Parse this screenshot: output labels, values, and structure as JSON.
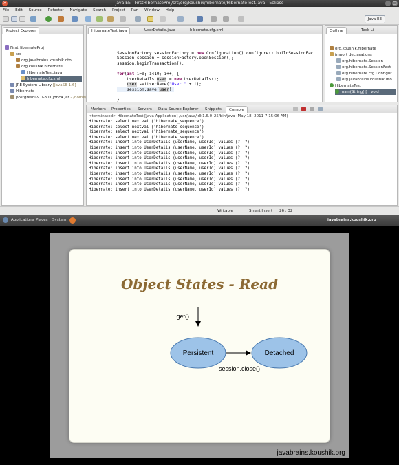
{
  "window": {
    "title": "Java EE - FirstHibernateProj/src/org/koushik/hibernate/HibernateTest.java - Eclipse",
    "menu": [
      "File",
      "Edit",
      "Source",
      "Refactor",
      "Navigate",
      "Search",
      "Project",
      "Run",
      "Window",
      "Help"
    ],
    "perspective": "Java EE"
  },
  "project_explorer": {
    "title": "Project Explorer",
    "items": [
      {
        "label": "FirstHibernateProj"
      },
      {
        "label": "src"
      },
      {
        "label": "org.javabrains.koushik.dto"
      },
      {
        "label": "org.koushik.hibernate"
      },
      {
        "label": "HibernateTest.java"
      },
      {
        "label": "hibernate.cfg.xml"
      },
      {
        "label": "JRE System Library",
        "suffix": "[JavaSE-1.6]"
      },
      {
        "label": "Hibernate"
      },
      {
        "label": "postgresql-9.0-801.jdbc4.jar",
        "suffix": "- /home/k"
      }
    ]
  },
  "editor": {
    "tabs": [
      "HibernateTest.java",
      "UserDetails.java",
      "hibernate.cfg.xml"
    ],
    "code": [
      "SessionFactory sessionFactory = new Configuration().configure().buildSessionFac",
      "Session session = sessionFactory.openSession();",
      "session.beginTransaction();",
      "",
      "for(int i=0; i<10; i++) {",
      "    UserDetails user = new UserDetails();",
      "    user.setUserName(\"User \" + i);",
      "    session.save(user);",
      "",
      "}"
    ]
  },
  "outline": {
    "tabs": [
      "Outline",
      "Task Li"
    ],
    "items": [
      "org.koushik.hibernate",
      "import declarations",
      "org.hibernate.Session",
      "org.hibernate.SessionFact",
      "org.hibernate.cfg.Configur",
      "org.javabrains.koushik.dto",
      "HibernateTest",
      "main(String[]) : void"
    ]
  },
  "console": {
    "tabs": [
      "Markers",
      "Properties",
      "Servers",
      "Data Source Explorer",
      "Snippets",
      "Console"
    ],
    "header": "<terminated> HibernateTest [Java Application] /usr/java/jdk1.6.0_25/bin/java (May 18, 2011 7:15:06 AM)",
    "lines": [
      "Hibernate: select nextval ('hibernate_sequence')",
      "Hibernate: select nextval ('hibernate_sequence')",
      "Hibernate: select nextval ('hibernate_sequence')",
      "Hibernate: select nextval ('hibernate_sequence')",
      "Hibernate: insert into UserDetails (userName, userId) values (?, ?)",
      "Hibernate: insert into UserDetails (userName, userId) values (?, ?)",
      "Hibernate: insert into UserDetails (userName, userId) values (?, ?)",
      "Hibernate: insert into UserDetails (userName, userId) values (?, ?)",
      "Hibernate: insert into UserDetails (userName, userId) values (?, ?)",
      "Hibernate: insert into UserDetails (userName, userId) values (?, ?)",
      "Hibernate: insert into UserDetails (userName, userId) values (?, ?)",
      "Hibernate: insert into UserDetails (userName, userId) values (?, ?)",
      "Hibernate: insert into UserDetails (userName, userId) values (?, ?)",
      "Hibernate: insert into UserDetails (userName, userId) values (?, ?)"
    ]
  },
  "status": {
    "mode": "Writable",
    "insert": "Smart Insert",
    "position": "26 : 32"
  },
  "desktop_panel": {
    "menus": [
      "Applications",
      "Places",
      "System"
    ],
    "right_text": "javabrains.koushik.org"
  },
  "slide": {
    "title": "Object States - Read",
    "diagram": {
      "node_persistent": "Persistent",
      "node_detached": "Detached",
      "label_get": "get()",
      "label_close": "session.close()"
    },
    "footer": "javabrains.koushik.org"
  },
  "colors": {
    "node_fill": "#9dc3e8",
    "node_stroke": "#4a7ab0",
    "title": "#8c6a34",
    "keyword": "#7f0055",
    "string": "#2a00ff"
  }
}
